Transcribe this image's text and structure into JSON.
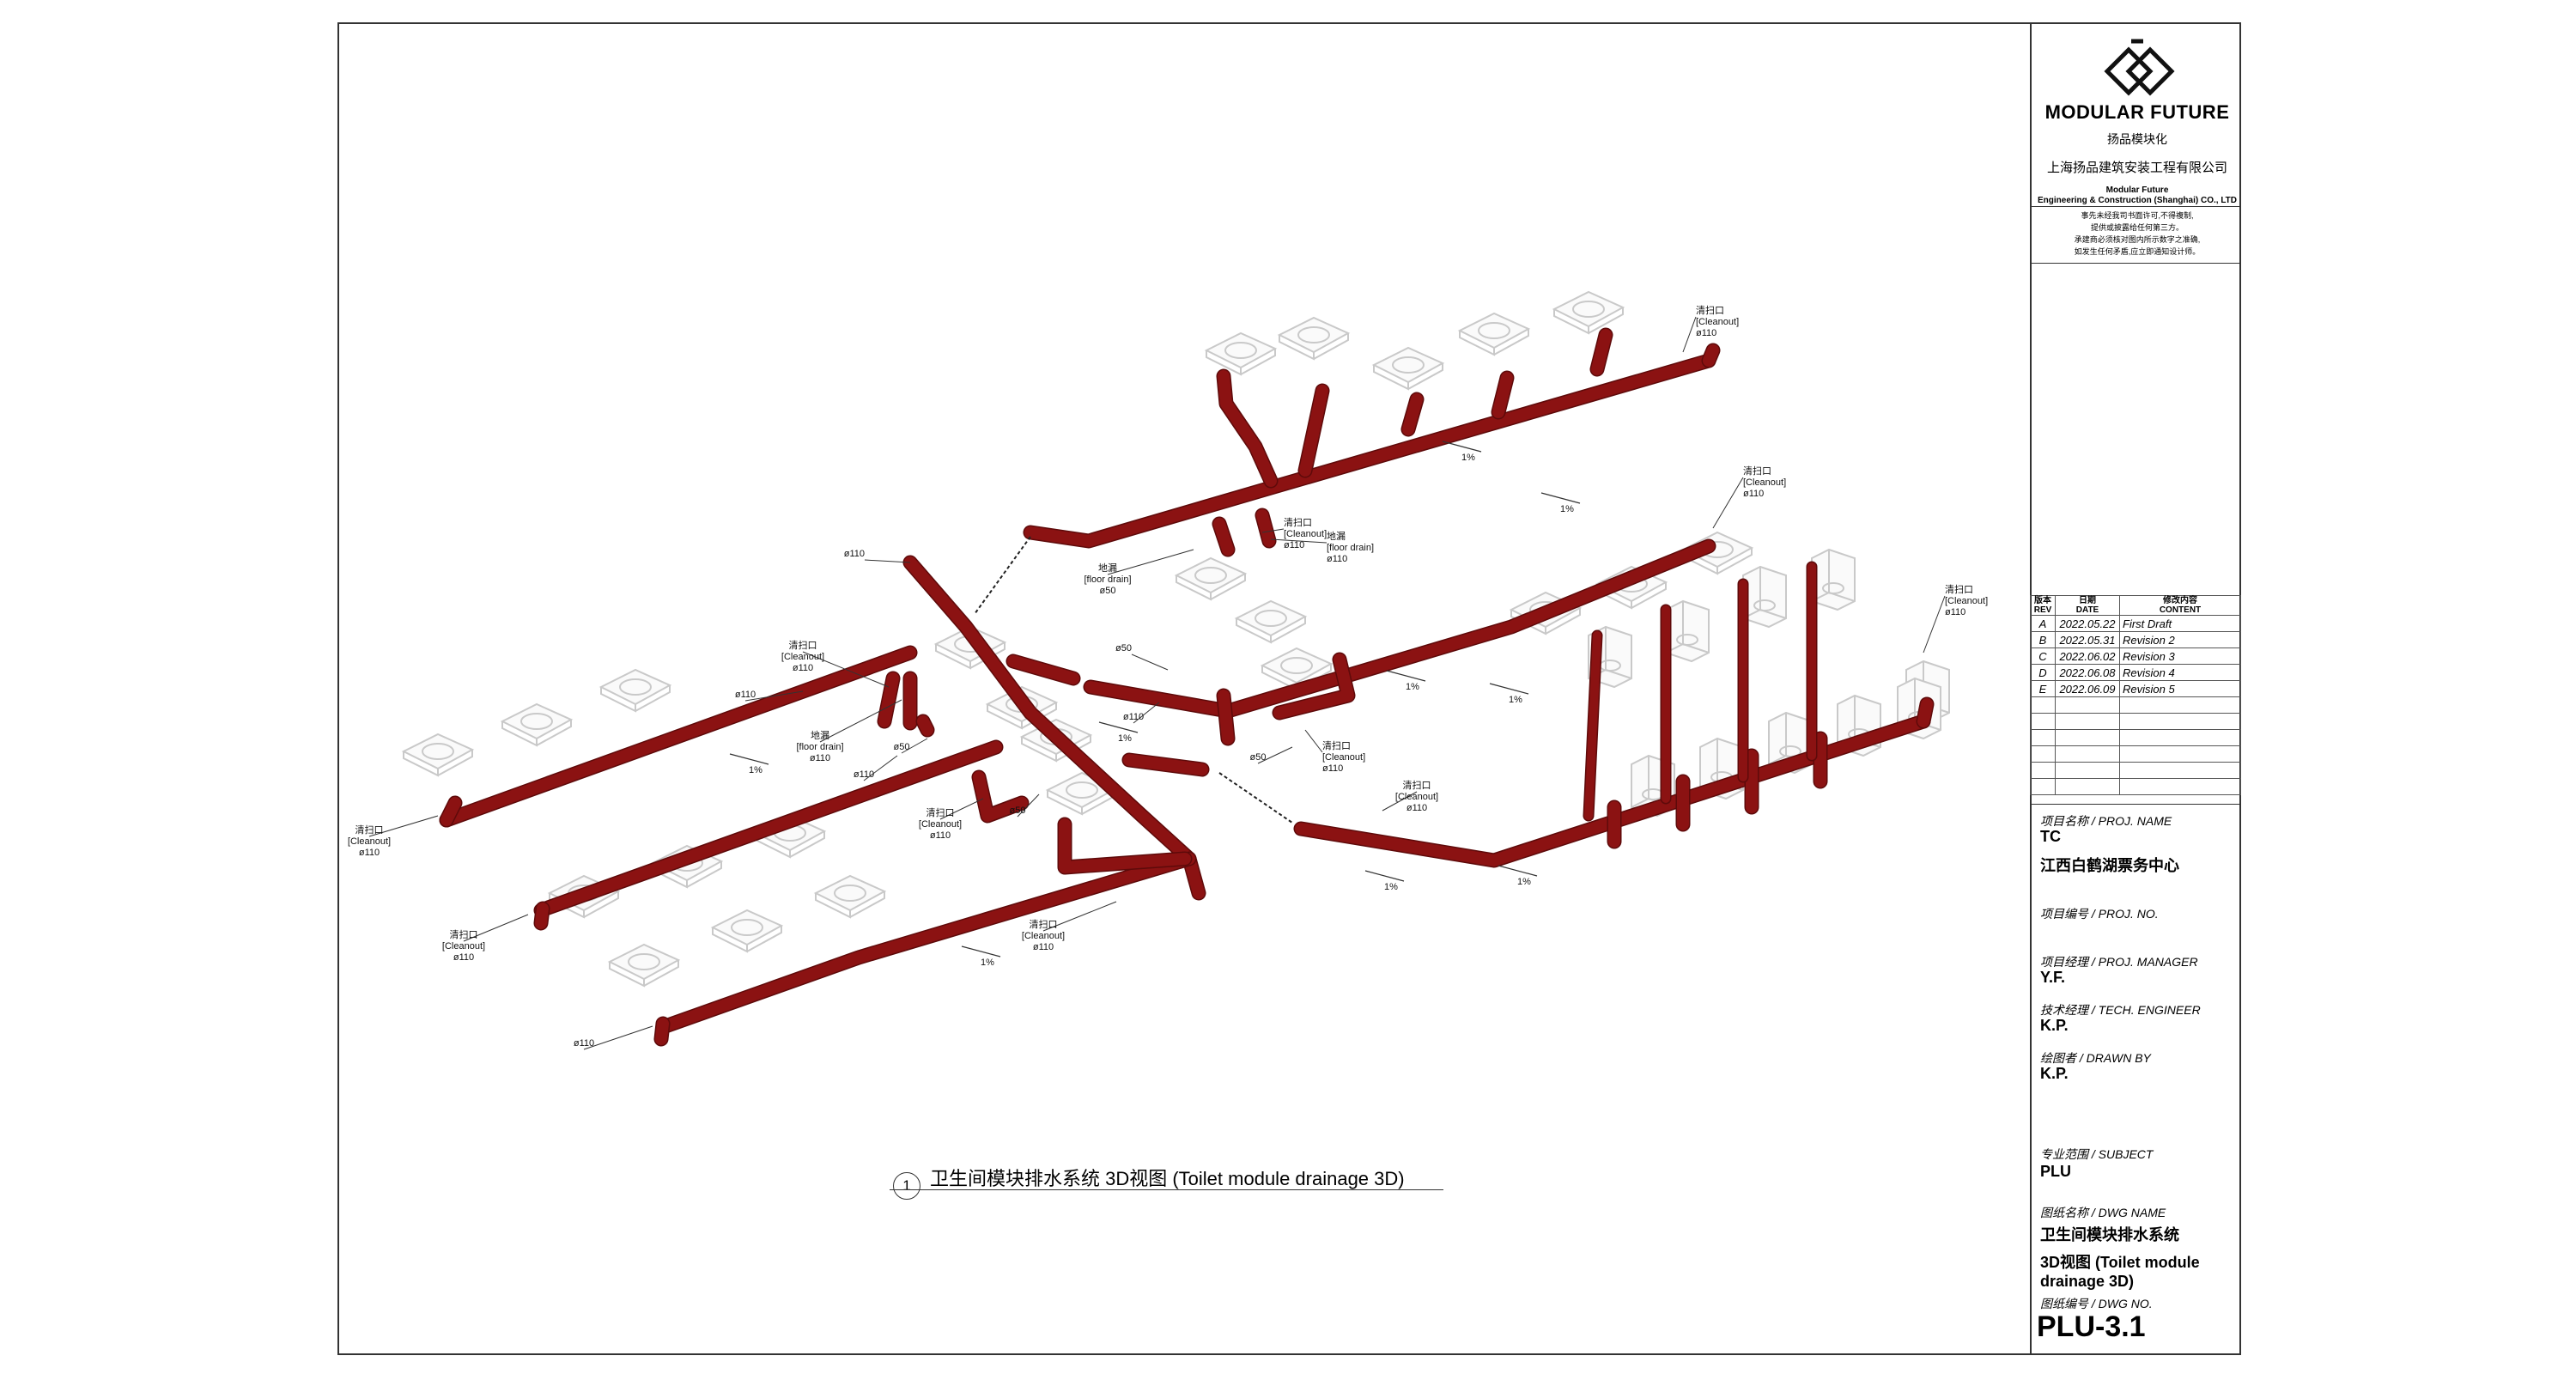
{
  "title_block": {
    "brand": "MODULAR FUTURE",
    "brand_cn": "扬品模块化",
    "company_cn": "上海扬品建筑安装工程有限公司",
    "company_en_line1": "Modular Future",
    "company_en_line2": "Engineering & Construction (Shanghai) CO., LTD",
    "notice": [
      "事先未经我司书面许可,不得複制,",
      "提供或披露给任何第三方。",
      "承建商必须核对图内所示数字之准确,",
      "如发生任何矛盾,应立即通知设计师。"
    ],
    "revision_headers": {
      "rev": [
        "版本",
        "REV"
      ],
      "date": [
        "日期",
        "DATE"
      ],
      "content": [
        "修改内容",
        "CONTENT"
      ]
    },
    "revisions": [
      {
        "rev": "A",
        "date": "2022.05.22",
        "content": "First Draft"
      },
      {
        "rev": "B",
        "date": "2022.05.31",
        "content": "Revision 2"
      },
      {
        "rev": "C",
        "date": "2022.06.02",
        "content": "Revision 3"
      },
      {
        "rev": "D",
        "date": "2022.06.08",
        "content": "Revision 4"
      },
      {
        "rev": "E",
        "date": "2022.06.09",
        "content": "Revision 5"
      }
    ],
    "proj_name_label": "项目名称 / PROJ. NAME",
    "proj_name": "TC",
    "proj_name_cn": "江西白鹤湖票务中心",
    "proj_no_label": "项目编号 / PROJ. NO.",
    "manager_label": "项目经理 / PROJ. MANAGER",
    "manager": "Y.F.",
    "engineer_label": "技术经理 / TECH. ENGINEER",
    "engineer": "K.P.",
    "drawn_label": "绘图者 / DRAWN BY",
    "drawn": "K.P.",
    "subject_label": "专业范围 / SUBJECT",
    "subject": "PLU",
    "dwg_name_label": "图纸名称 / DWG NAME",
    "dwg_name_1": "卫生间模块排水系统",
    "dwg_name_2": "3D视图 (Toilet module",
    "dwg_name_3": "drainage 3D)",
    "dwg_no_label": "图纸编号 / DWG NO.",
    "dwg_no": "PLU-3.1"
  },
  "view": {
    "number": "1",
    "title": "卫生间模块排水系统 3D视图 (Toilet module drainage 3D)"
  },
  "colors": {
    "pipe": "#8b1212",
    "pipe_dark": "#5e0a0a",
    "fixture": "#c9c9c9",
    "line": "#333333"
  },
  "labels": [
    {
      "t": [
        "清扫口",
        "[Cleanout]",
        "ø110"
      ]
    },
    {
      "t": [
        "清扫口",
        "[Cleanout]",
        "ø110"
      ]
    },
    {
      "t": [
        "ø110"
      ]
    },
    {
      "t": [
        "地漏",
        "[floor drain]",
        "ø110"
      ]
    },
    {
      "t": [
        "地漏",
        "[floor drain]",
        "ø50"
      ]
    },
    {
      "t": [
        "清扫口",
        "[Cleanout]",
        "ø110"
      ]
    },
    {
      "t": [
        "ø110"
      ]
    },
    {
      "t": [
        "清扫口",
        "[Cleanout]",
        "ø110"
      ]
    },
    {
      "t": [
        "地漏",
        "[floor drain]",
        "ø110"
      ]
    },
    {
      "t": [
        "ø50"
      ]
    },
    {
      "t": [
        "ø110"
      ]
    },
    {
      "t": [
        "ø50"
      ]
    },
    {
      "t": [
        "ø110"
      ]
    },
    {
      "t": [
        "清扫口",
        "[Cleanout]",
        "ø110"
      ]
    },
    {
      "t": [
        "ø50"
      ]
    },
    {
      "t": [
        "清扫口",
        "[Cleanout]",
        "ø110"
      ]
    },
    {
      "t": [
        "清扫口",
        "[Cleanout]",
        "ø110"
      ]
    },
    {
      "t": [
        "ø50"
      ]
    },
    {
      "t": [
        "清扫口",
        "[Cleanout]",
        "ø110"
      ]
    },
    {
      "t": [
        "清扫口",
        "[Cleanout]",
        "ø110"
      ]
    },
    {
      "t": [
        "清扫口",
        "[Cleanout]",
        "ø110"
      ]
    },
    {
      "t": [
        "清扫口",
        "[Cleanout]",
        "ø110"
      ]
    },
    {
      "t": [
        "ø110"
      ]
    }
  ],
  "slopes": [
    "1%",
    "1%",
    "1%",
    "1%",
    "1%",
    "1%",
    "1%",
    "1%",
    "1%"
  ]
}
